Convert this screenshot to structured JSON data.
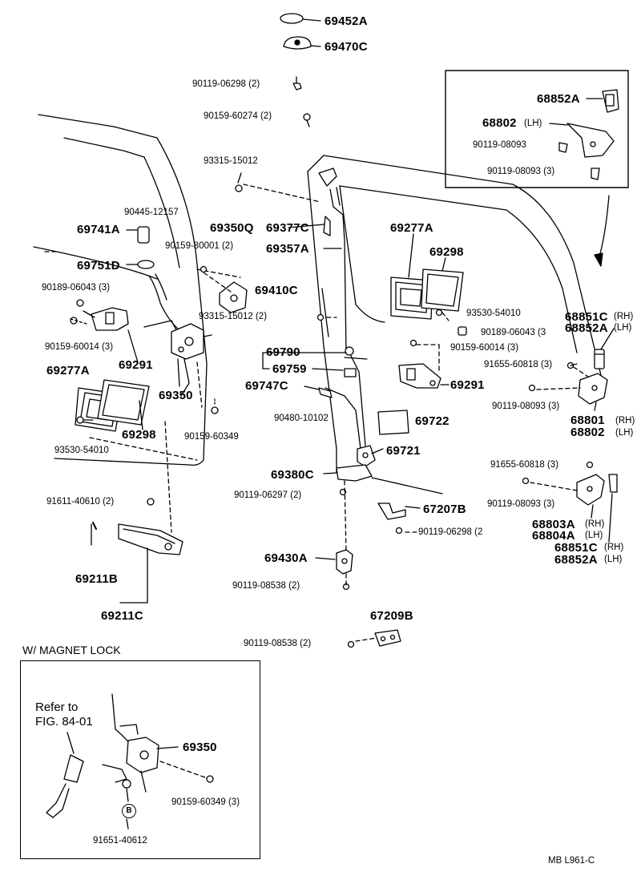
{
  "labels": {
    "p69452A": "69452A",
    "p69470C": "69470C",
    "b90119_06298_2_top": "90119-06298 (2)",
    "b90159_60274_2": "90159-60274 (2)",
    "b93315_15012": "93315-15012",
    "b90445_12157": "90445-12157",
    "p69741A": "69741A",
    "p69350Q": "69350Q",
    "p69377C": "69377C",
    "p69357A": "69357A",
    "b90159_80001_2": "90159-80001 (2)",
    "p69751D": "69751D",
    "p69410C": "69410C",
    "b90189_06043_3_left": "90189-06043 (3)",
    "b93315_15012_2": "93315-15012 (2)",
    "b90159_60014_3_left": "90159-60014 (3)",
    "p69291_left": "69291",
    "p69277A_left": "69277A",
    "p69350_left": "69350",
    "p69298_left": "69298",
    "b90159_60349": "90159-60349",
    "b93530_54010_left": "93530-54010",
    "b91611_40610_2": "91611-40610 (2)",
    "p69211B": "69211B",
    "p69211C": "69211C",
    "p69277A_center": "69277A",
    "p69298_center": "69298",
    "b93530_54010_center": "93530-54010",
    "b90189_06043_3_center": "90189-06043 (3",
    "b90159_60014_3_center": "90159-60014 (3)",
    "p69790": "69790",
    "p69759": "69759",
    "p69747C": "69747C",
    "b90480_10102": "90480-10102",
    "p69722": "69722",
    "p69721": "69721",
    "p69291_center": "69291",
    "p69380C": "69380C",
    "b90119_06297_2": "90119-06297 (2)",
    "p67207B": "67207B",
    "b90119_06298_2_mid": "90119-06298 (2",
    "p69430A": "69430A",
    "b90119_08538_2_mid": "90119-08538 (2)",
    "p67209B": "67209B",
    "b90119_08538_2_low": "90119-08538 (2)",
    "p68852A_box": "68852A",
    "p68802_box": "68802",
    "lh_box": "(LH)",
    "b90119_08093": "90119-08093",
    "b90119_08093_3_box": "90119-08093 (3)",
    "p68851C_a": "68851C",
    "rh_a": "(RH)",
    "p68852A_a": "68852A",
    "lh_a": "(LH)",
    "b91655_60818_3_a": "91655-60818 (3)",
    "b90119_08093_3_a": "90119-08093 (3)",
    "p68801": "68801",
    "rh_b": "(RH)",
    "p68802_b": "68802",
    "lh_b": "(LH)",
    "b91655_60818_3_b": "91655-60818 (3)",
    "b90119_08093_3_b": "90119-08093 (3)",
    "p68803A": "68803A",
    "rh_c": "(RH)",
    "p68804A": "68804A",
    "lh_c": "(LH)",
    "p68851C_b": "68851C",
    "rh_d": "(RH)",
    "p68852A_b": "68852A",
    "lh_d": "(LH)",
    "inset_title": "W/ MAGNET  LOCK",
    "refer_line1": "Refer to",
    "refer_line2": "FIG. 84-01",
    "p69350_inset": "69350",
    "b90159_60349_3": "90159-60349 (3)",
    "b_marker": "B",
    "b91651_40612": "91651-40612",
    "footer_code": "MB  L961-C"
  }
}
